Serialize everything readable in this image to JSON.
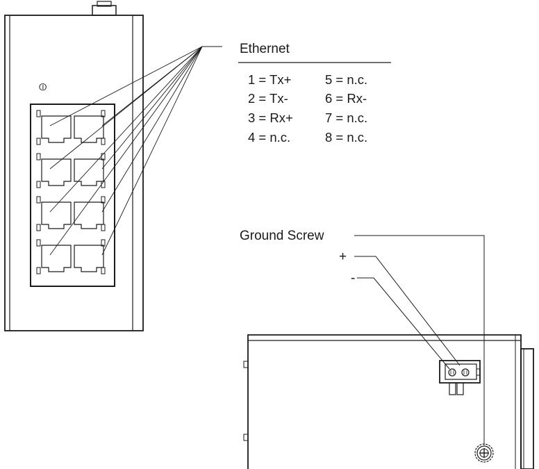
{
  "ethernet": {
    "title": "Ethernet",
    "pins": [
      {
        "left": "1 = Tx+",
        "right": "5 = n.c."
      },
      {
        "left": "2 = Tx-",
        "right": "6 = Rx-"
      },
      {
        "left": "3 = Rx+",
        "right": "7 = n.c."
      },
      {
        "left": "4 = n.c.",
        "right": "8 = n.c."
      }
    ]
  },
  "ground": {
    "label": "Ground Screw"
  },
  "power": {
    "plus": "+",
    "minus": "-"
  },
  "device": {
    "port_count": 8,
    "led_symbol": "⦶"
  }
}
